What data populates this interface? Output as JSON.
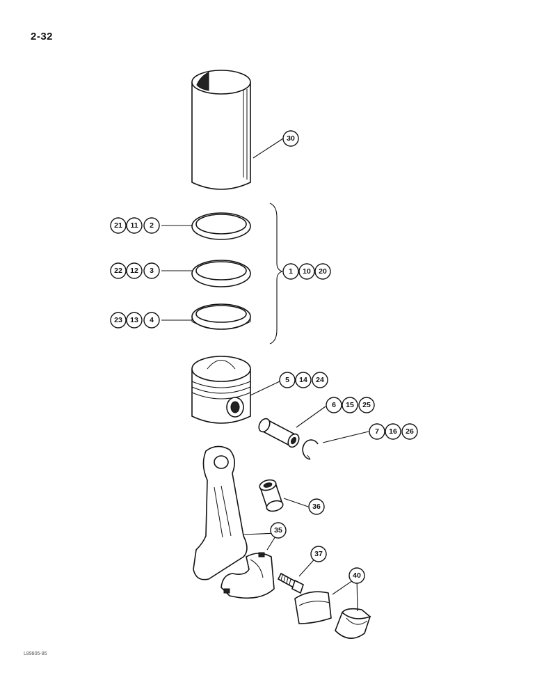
{
  "page": {
    "number": "2-32",
    "figure_id": "L89805-85"
  },
  "callouts": {
    "liner": [
      "30"
    ],
    "ring_top": [
      "21",
      "11",
      "2"
    ],
    "ring_mid": [
      "22",
      "12",
      "3"
    ],
    "ring_bot": [
      "23",
      "13",
      "4"
    ],
    "ring_set": [
      "1",
      "10",
      "20"
    ],
    "piston": [
      "5",
      "14",
      "24"
    ],
    "pin": [
      "6",
      "15",
      "25"
    ],
    "retainer": [
      "7",
      "16",
      "26"
    ],
    "bushing": [
      "36"
    ],
    "rod": [
      "35"
    ],
    "bolt": [
      "37"
    ],
    "bearing": [
      "40"
    ]
  }
}
